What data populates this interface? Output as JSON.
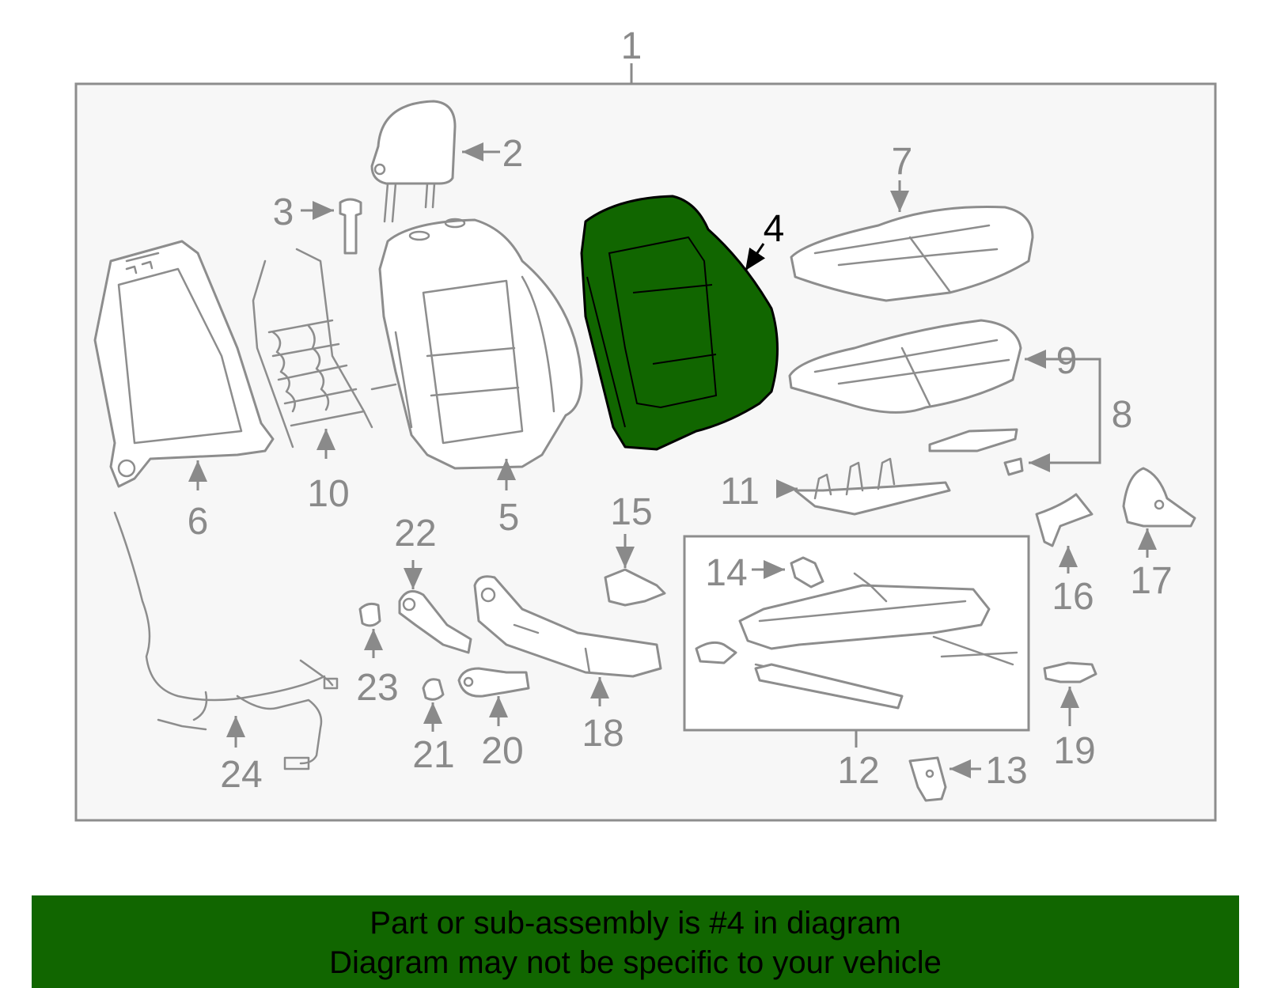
{
  "callouts": {
    "c1": "1",
    "c2": "2",
    "c3": "3",
    "c4": "4",
    "c5": "5",
    "c6": "6",
    "c7": "7",
    "c8": "8",
    "c9": "9",
    "c10": "10",
    "c11": "11",
    "c12": "12",
    "c13": "13",
    "c14": "14",
    "c15": "15",
    "c16": "16",
    "c17": "17",
    "c18": "18",
    "c19": "19",
    "c20": "20",
    "c21": "21",
    "c22": "22",
    "c23": "23",
    "c24": "24"
  },
  "highlight": {
    "part_number": "4",
    "color": "#116600"
  },
  "banner": {
    "line1": "Part or sub-assembly is #4 in diagram",
    "line2": "Diagram may not be specific to your vehicle",
    "background": "#116600"
  },
  "colors": {
    "frame_fill": "#f7f7f7",
    "line": "#8d8d8d"
  }
}
